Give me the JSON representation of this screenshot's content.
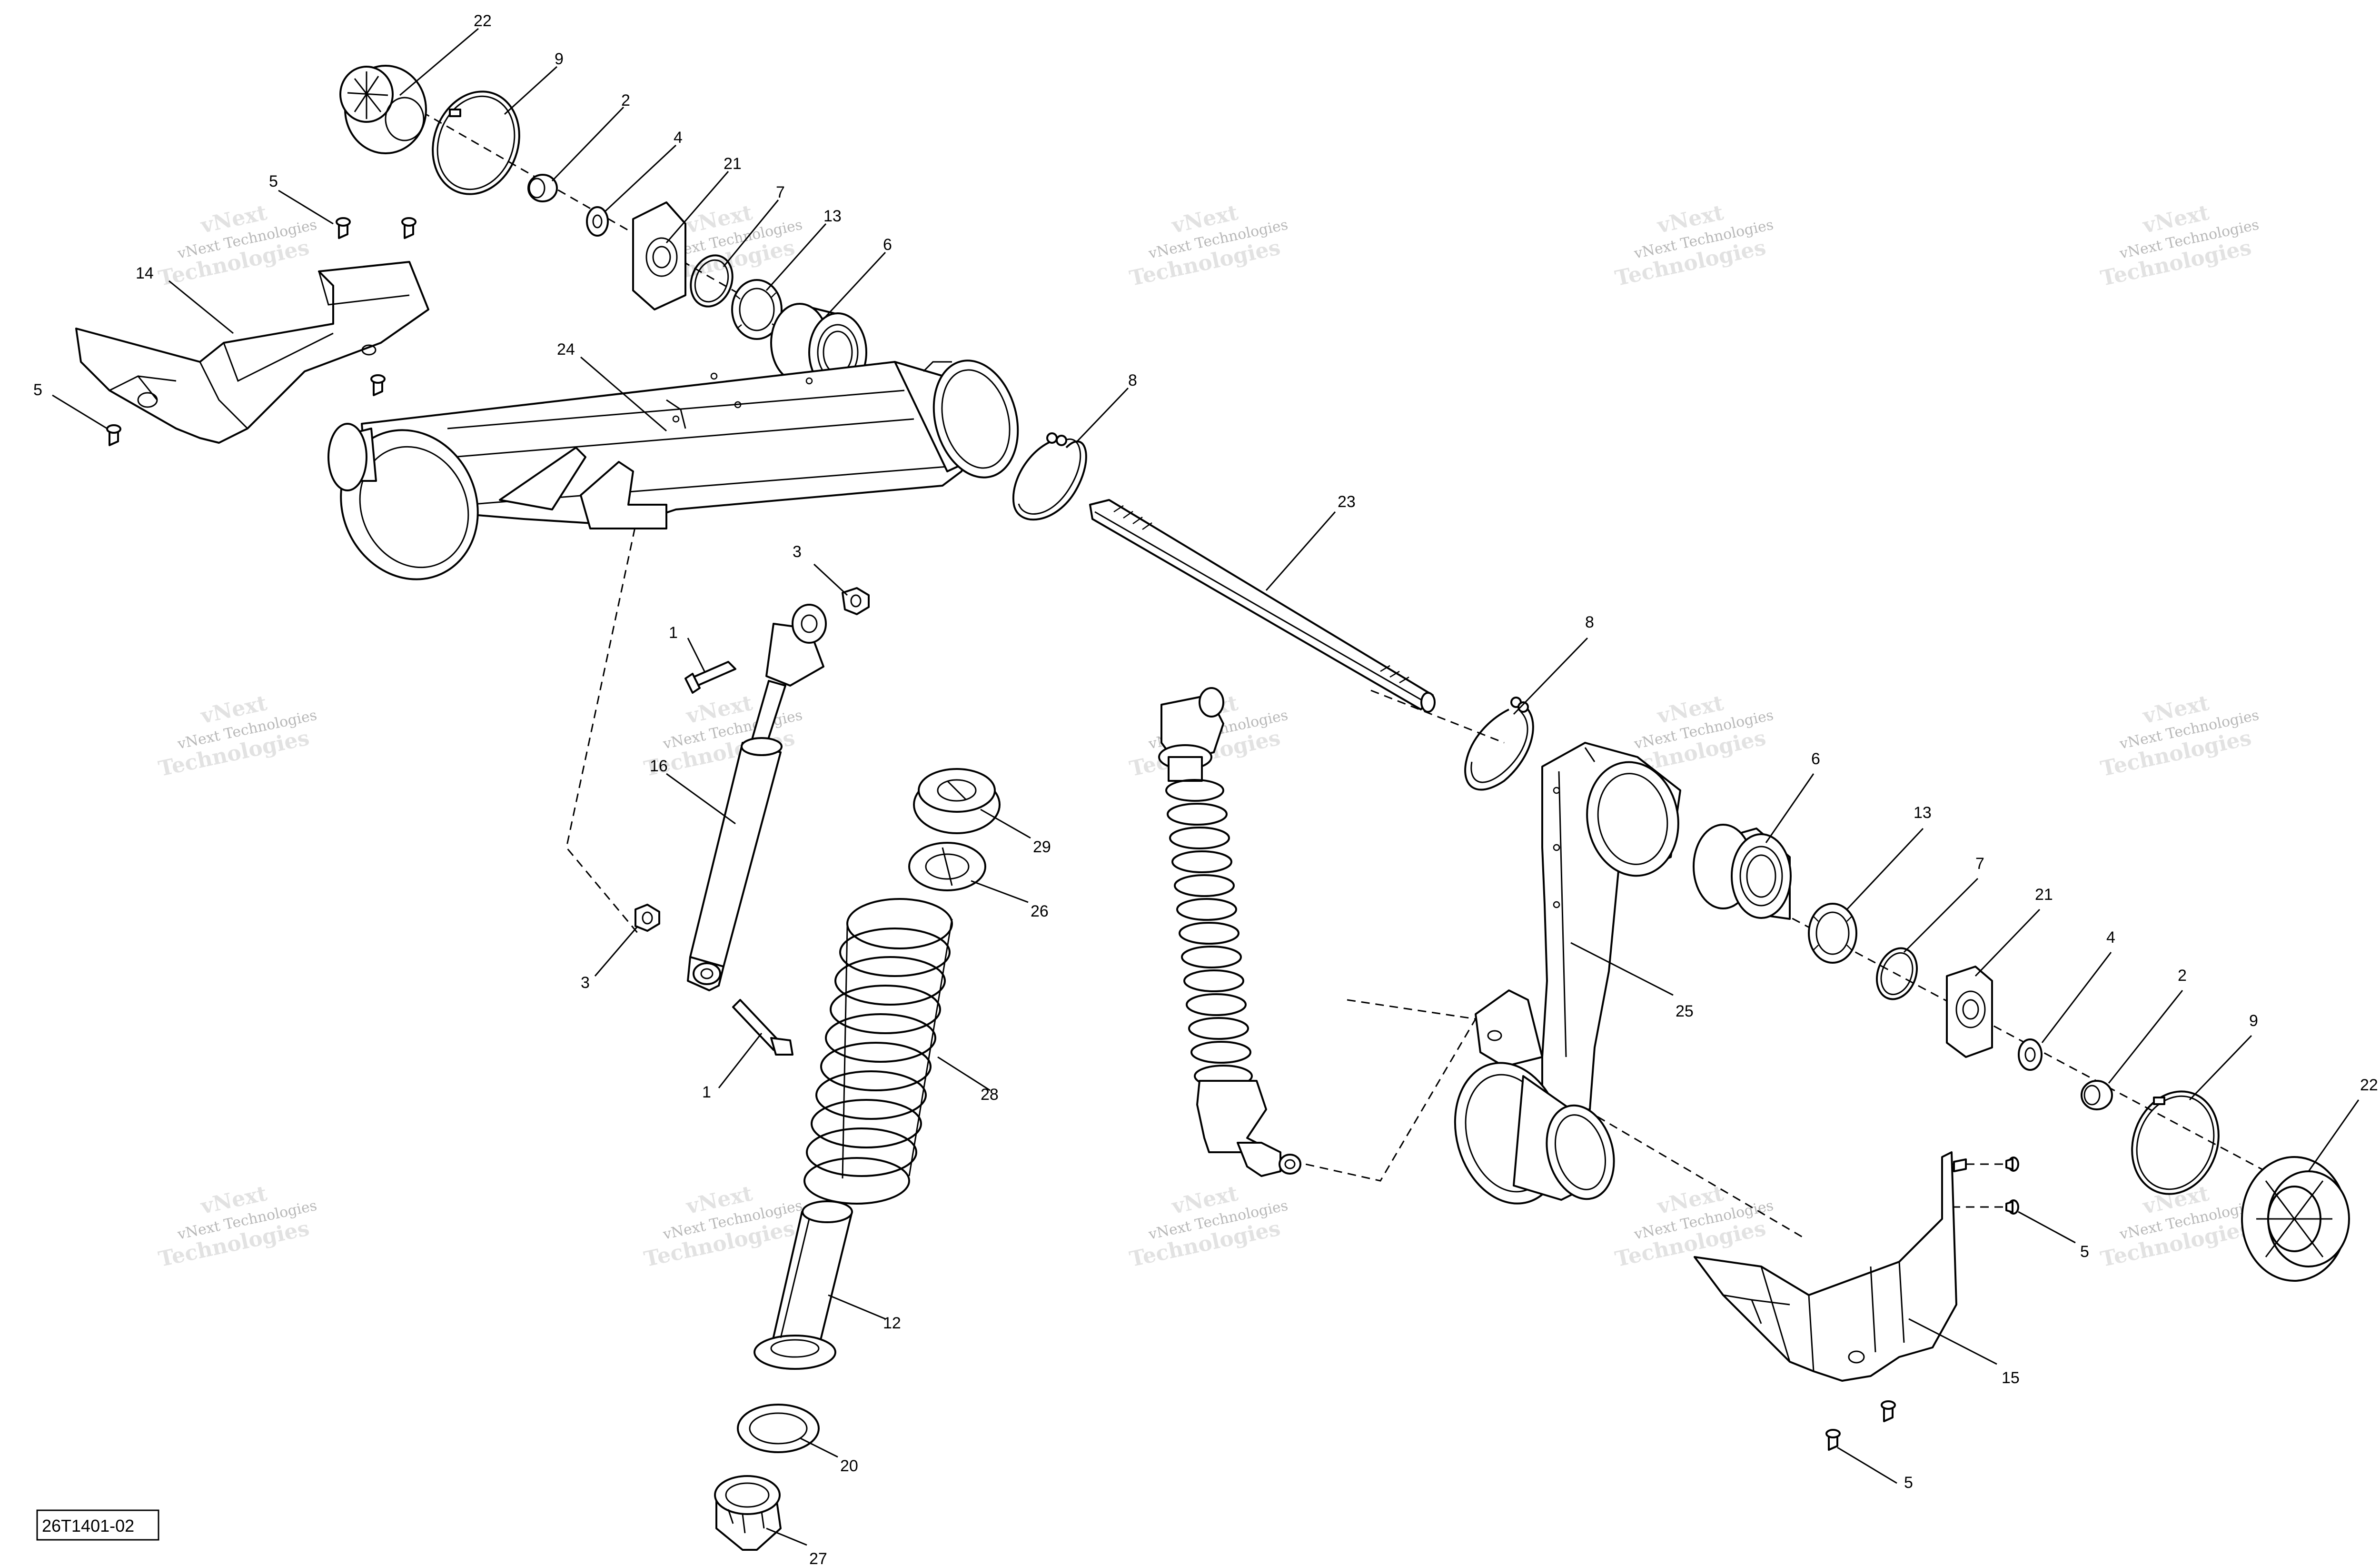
{
  "diagram": {
    "reference_code": "26T1401-02",
    "watermark": {
      "company": "vNext",
      "line1": "vNext Technologies",
      "line2": "Technologies"
    },
    "callouts": [
      {
        "id": "c22a",
        "label": "22"
      },
      {
        "id": "c9a",
        "label": "9"
      },
      {
        "id": "c2a",
        "label": "2"
      },
      {
        "id": "c4a",
        "label": "4"
      },
      {
        "id": "c21a",
        "label": "21"
      },
      {
        "id": "c7a",
        "label": "7"
      },
      {
        "id": "c13a",
        "label": "13"
      },
      {
        "id": "c6a",
        "label": "6"
      },
      {
        "id": "c5a",
        "label": "5"
      },
      {
        "id": "c14",
        "label": "14"
      },
      {
        "id": "c5b",
        "label": "5"
      },
      {
        "id": "c24",
        "label": "24"
      },
      {
        "id": "c8a",
        "label": "8"
      },
      {
        "id": "c23",
        "label": "23"
      },
      {
        "id": "c3a",
        "label": "3"
      },
      {
        "id": "c1a",
        "label": "1"
      },
      {
        "id": "c16",
        "label": "16"
      },
      {
        "id": "c3b",
        "label": "3"
      },
      {
        "id": "c1b",
        "label": "1"
      },
      {
        "id": "c29",
        "label": "29"
      },
      {
        "id": "c26",
        "label": "26"
      },
      {
        "id": "c28",
        "label": "28"
      },
      {
        "id": "c12",
        "label": "12"
      },
      {
        "id": "c20",
        "label": "20"
      },
      {
        "id": "c27",
        "label": "27"
      },
      {
        "id": "c8b",
        "label": "8"
      },
      {
        "id": "c6b",
        "label": "6"
      },
      {
        "id": "c13b",
        "label": "13"
      },
      {
        "id": "c7b",
        "label": "7"
      },
      {
        "id": "c21b",
        "label": "21"
      },
      {
        "id": "c4b",
        "label": "4"
      },
      {
        "id": "c2b",
        "label": "2"
      },
      {
        "id": "c9b",
        "label": "9"
      },
      {
        "id": "c22b",
        "label": "22"
      },
      {
        "id": "c25",
        "label": "25"
      },
      {
        "id": "c5c",
        "label": "5"
      },
      {
        "id": "c15",
        "label": "15"
      },
      {
        "id": "c5d",
        "label": "5"
      }
    ]
  }
}
